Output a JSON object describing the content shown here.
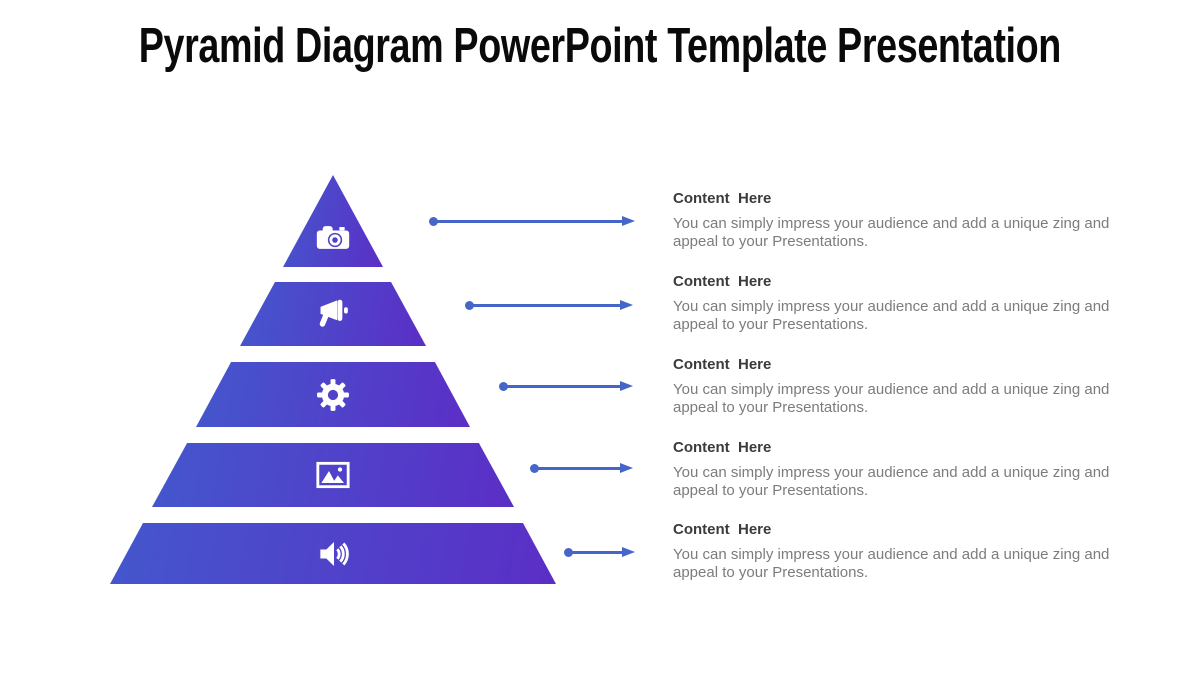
{
  "title": "Pyramid Diagram PowerPoint Template Presentation",
  "colors": {
    "background": "#ffffff",
    "title_color": "#0a0a0a",
    "arrow": "#4565c8",
    "tier_start": "#4457cd",
    "tier_end": "#5b2ec6",
    "icon": "#ffffff",
    "heading": "#3b3b3b",
    "body_text": "#7c7c7c"
  },
  "pyramid": {
    "tiers": [
      {
        "icon": "camera-icon"
      },
      {
        "icon": "megaphone-icon"
      },
      {
        "icon": "gear-icon"
      },
      {
        "icon": "image-icon"
      },
      {
        "icon": "speaker-icon"
      }
    ]
  },
  "rows": [
    {
      "heading": "Content  Here",
      "body": "You can simply impress your audience and add a unique zing and appeal to your Presentations."
    },
    {
      "heading": "Content  Here",
      "body": "You can simply impress your audience and add a unique zing and appeal to your Presentations."
    },
    {
      "heading": "Content  Here",
      "body": "You can simply impress your audience and add a unique zing and appeal to your Presentations."
    },
    {
      "heading": "Content  Here",
      "body": "You can simply impress your audience and add a unique zing and appeal to your Presentations."
    },
    {
      "heading": "Content  Here",
      "body": "You can simply impress your audience and add a unique zing and appeal to your Presentations."
    }
  ]
}
